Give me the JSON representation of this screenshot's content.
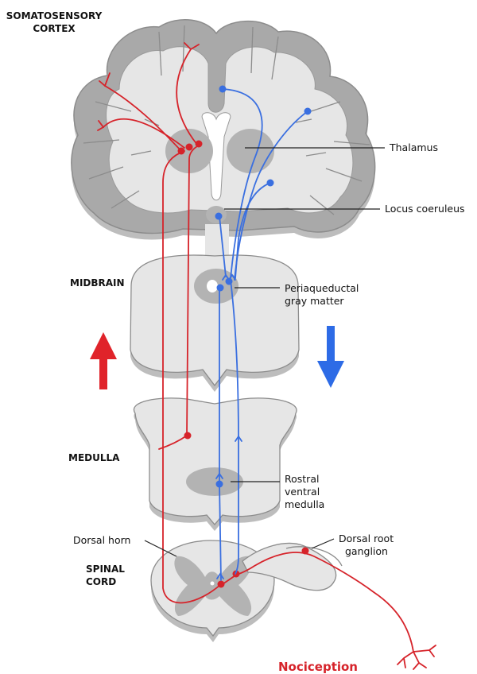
{
  "regions": {
    "cortex_line1": "SOMATOSENSORY",
    "cortex_line2": "CORTEX",
    "midbrain": "MIDBRAIN",
    "medulla": "MEDULLA",
    "spinal_line1": "SPINAL",
    "spinal_line2": "CORD"
  },
  "labels": {
    "thalamus": "Thalamus",
    "locus_coeruleus": "Locus coeruleus",
    "pag_line1": "Periaqueductal",
    "pag_line2": "gray matter",
    "rvm_line1": "Rostral",
    "rvm_line2": "ventral",
    "rvm_line3": "medulla",
    "dorsal_horn": "Dorsal horn",
    "drg_line1": "Dorsal root",
    "drg_line2": "ganglion",
    "nociception": "Nociception"
  },
  "colors": {
    "ascending": "#d6232a",
    "descending": "#3a6fe0",
    "tissue_fill": "#e6e6e6",
    "tissue_outline": "#8c8c8c",
    "gray_matter": "#b3b3b3",
    "shadow": "#bdbdbd"
  },
  "arrows": {
    "ascending_icon": "arrow-up-icon",
    "descending_icon": "arrow-down-icon"
  }
}
